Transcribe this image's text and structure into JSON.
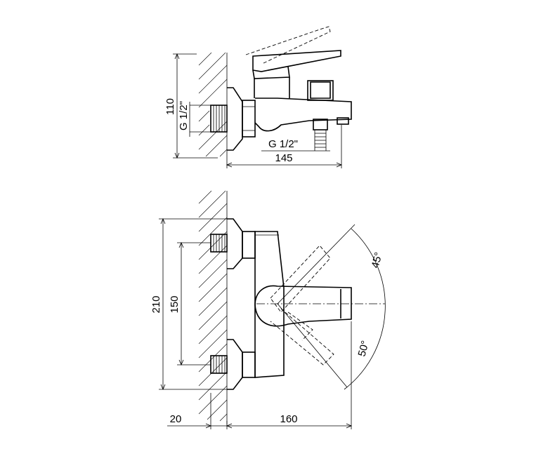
{
  "top_view": {
    "dim_height": "110",
    "thread_left": "G 1/2\"",
    "thread_bottom": "G 1/2\"",
    "dim_width": "145"
  },
  "front_view": {
    "dim_height": "210",
    "dim_inner": "150",
    "dim_wall": "20",
    "dim_width": "160",
    "angle_up": "45°",
    "angle_down": "50°"
  }
}
